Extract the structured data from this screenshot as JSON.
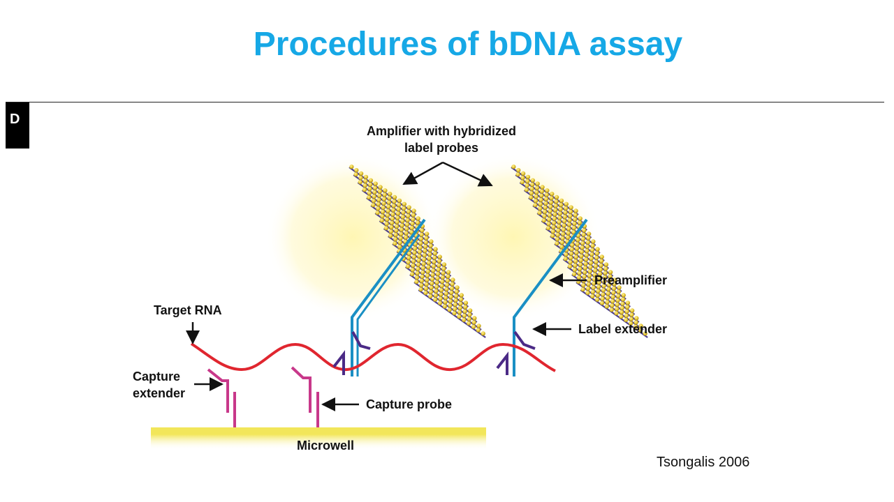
{
  "slide": {
    "title": "Procedures of bDNA assay",
    "panel_letter": "D",
    "citation": "Tsongalis 2006"
  },
  "labels": {
    "amplifier": "Amplifier with hybridized label probes",
    "preamplifier": "Preamplifier",
    "label_extender": "Label extender",
    "target_rna": "Target RNA",
    "capture_extender": "Capture extender",
    "capture_probe": "Capture probe",
    "microwell": "Microwell"
  },
  "colors": {
    "title": "#16a8e6",
    "rna": "#e0262f",
    "preamplifier": "#1a8fc4",
    "label_extender": "#4b2a86",
    "capture": "#c8388a",
    "amplifier_strand": "#4b3d8f",
    "label_bead": "#e6c630",
    "microwell": "#f2e65a"
  }
}
